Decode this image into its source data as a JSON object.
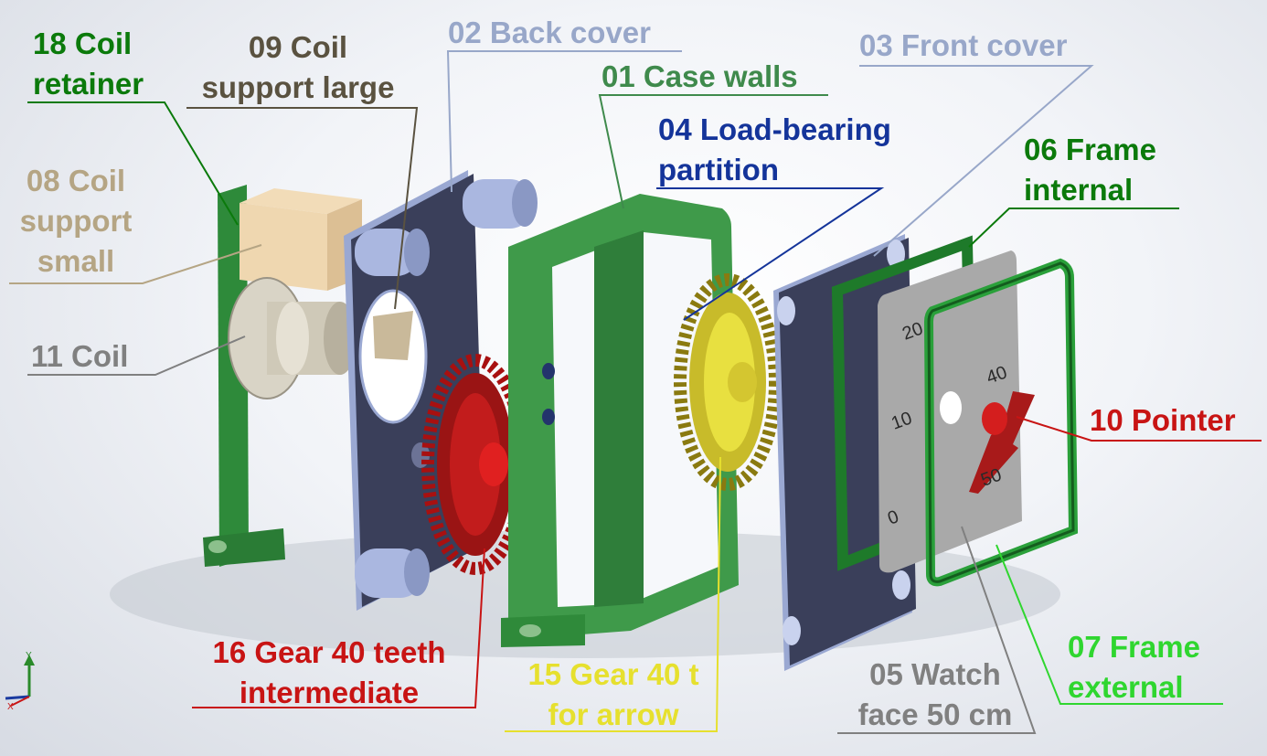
{
  "labels": {
    "coil_retainer": [
      "18 Coil",
      "retainer"
    ],
    "coil_support_large": [
      "09 Coil",
      "support large"
    ],
    "back_cover": [
      "02 Back cover"
    ],
    "front_cover": [
      "03 Front cover"
    ],
    "case_walls": [
      "01 Case walls"
    ],
    "load_partition": [
      "04 Load-bearing",
      "partition"
    ],
    "frame_internal": [
      "06 Frame",
      "internal"
    ],
    "coil_support_small": [
      "08 Coil",
      "support",
      "small"
    ],
    "coil": [
      "11 Coil"
    ],
    "pointer": [
      "10 Pointer"
    ],
    "gear_intermediate": [
      "16 Gear 40 teeth",
      "intermediate"
    ],
    "gear_arrow": [
      "15 Gear 40 t",
      "for arrow"
    ],
    "watch_face": [
      "05 Watch",
      "face 50 cm"
    ],
    "frame_external": [
      "07 Frame",
      "external"
    ]
  },
  "dial": {
    "numbers": [
      "20",
      "40",
      "10",
      "0",
      "50"
    ]
  },
  "axis": {
    "y": "Y",
    "x": "X"
  },
  "colors": {
    "dark_green": "#0b7a0b",
    "tan": "#b5a584",
    "dark_brown": "#5a5240",
    "light_blue": "#98a7c9",
    "mid_green": "#3f8a4c",
    "navy": "#14349a",
    "grey": "#808080",
    "red": "#c81414",
    "yellow": "#e6e02e",
    "bright_green": "#2fd62f"
  }
}
